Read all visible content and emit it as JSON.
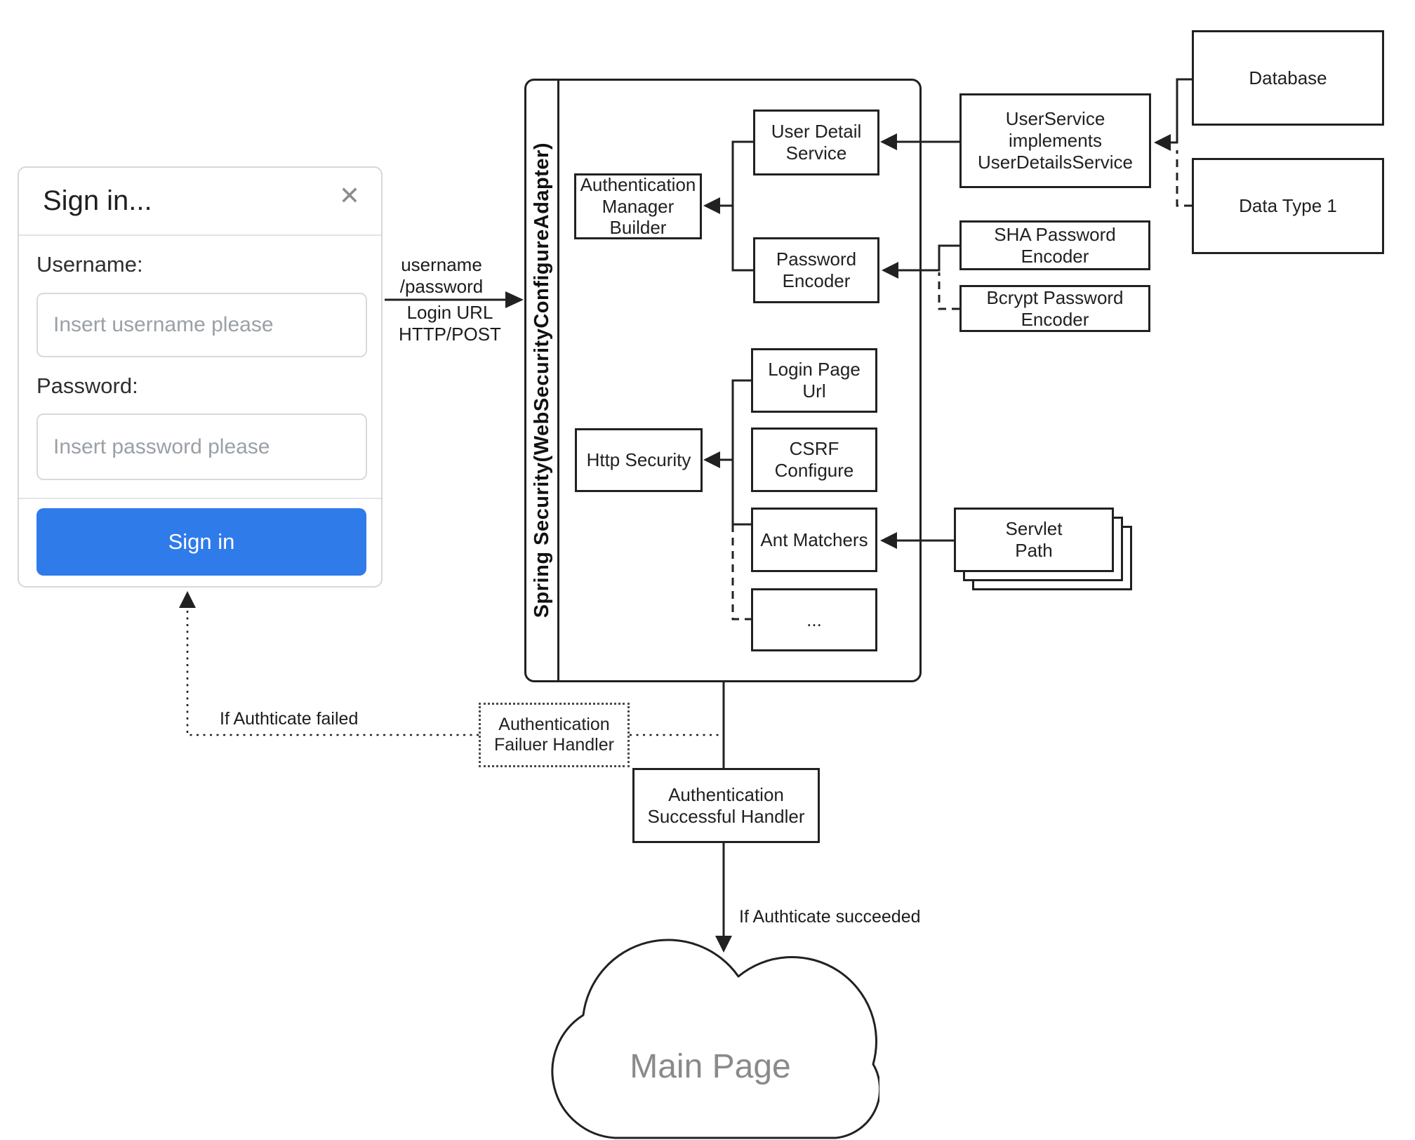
{
  "signin": {
    "title": "Sign in...",
    "close_icon": "✕",
    "username_label": "Username:",
    "username_placeholder": "Insert username please",
    "password_label": "Password:",
    "password_placeholder": "Insert password please",
    "submit_label": "Sign in"
  },
  "arrow_labels": {
    "request": "username\n/password",
    "login": "Login URL\nHTTP/POST"
  },
  "container_title": "Spring Security(WebSecurityConfigureAdapter)",
  "nodes": {
    "user_detail_service": "User Detail\nService",
    "auth_manager_builder": "Authentication\nManager\nBuilder",
    "password_encoder": "Password\nEncoder",
    "http_security": "Http Security",
    "login_page_url": "Login Page\nUrl",
    "csrf_configure": "CSRF\nConfigure",
    "ant_matchers": "Ant Matchers",
    "more": "...",
    "user_service": "UserService\nimplements\nUserDetailsService",
    "database": "Database",
    "data_type_1": "Data Type 1",
    "sha_encoder": "SHA Password\nEncoder",
    "bcrypt_encoder": "Bcrypt Password\nEncoder",
    "servlet_path": "Servlet\nPath",
    "auth_failure_handler": "Authentication\nFailuer Handler",
    "auth_success_handler": "Authentication\nSuccessful Handler"
  },
  "edges": {
    "failed": "If Authticate failed",
    "succeeded": "If Authticate succeeded"
  },
  "cloud": {
    "label": "Main Page"
  },
  "colors": {
    "accent": "#2f7bea",
    "line": "#212121",
    "muted_text": "#8a8a8a"
  }
}
